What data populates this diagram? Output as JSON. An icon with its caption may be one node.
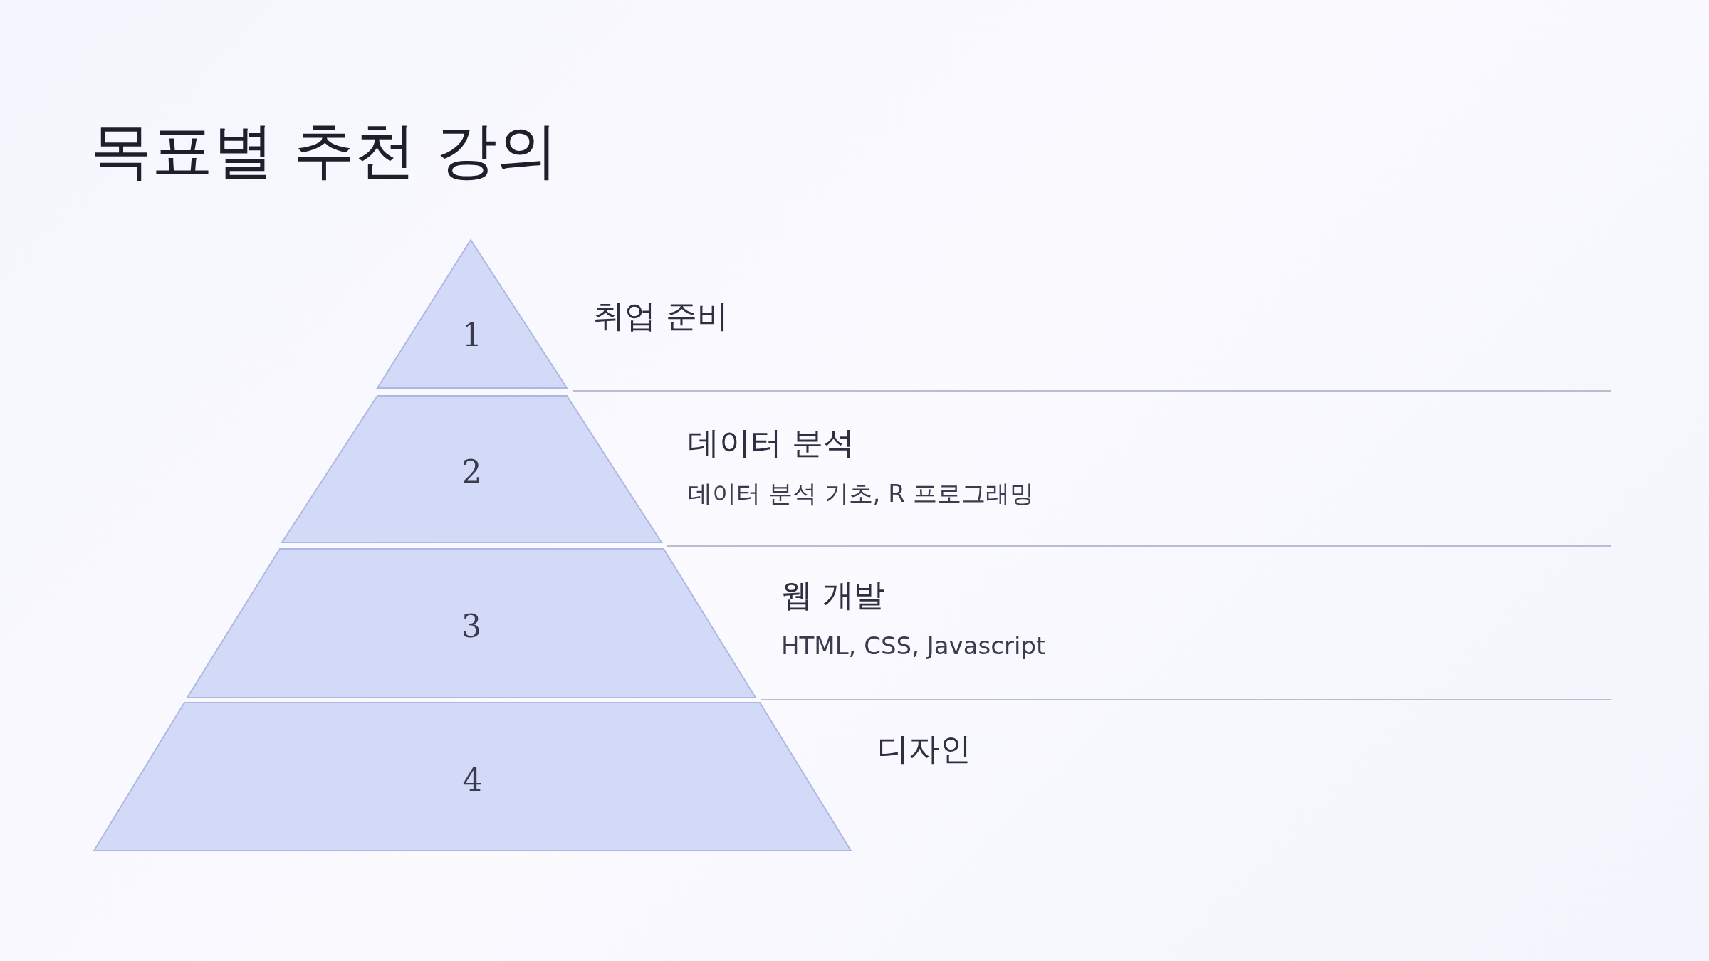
{
  "diagram": {
    "title": "목표별 추천 강의",
    "nodes": [
      {
        "text": [
          "1"
        ],
        "beside": [
          "취업 준비"
        ]
      },
      {
        "text": [
          "2"
        ],
        "beside": [
          "데이터 분석",
          "데이터 분석 기초, R 프로그래밍"
        ]
      },
      {
        "text": [
          "3"
        ],
        "beside": [
          "웹 개발",
          "HTML, CSS, Javascript"
        ]
      },
      {
        "text": [
          "4"
        ],
        "beside": [
          "디자인"
        ]
      }
    ]
  }
}
